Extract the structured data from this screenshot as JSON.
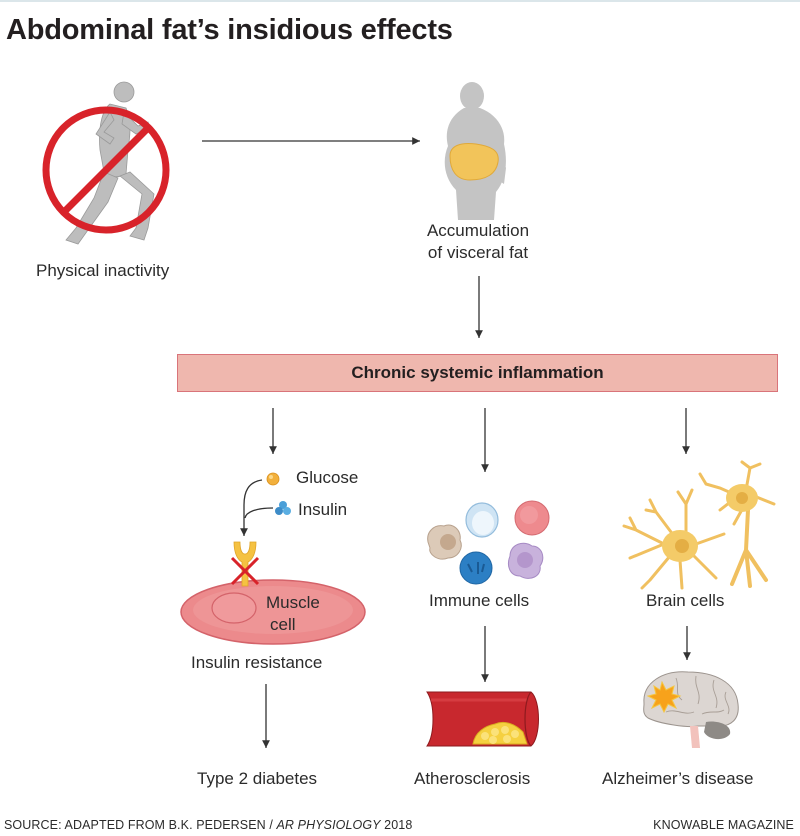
{
  "title": "Abdominal fat’s insidious effects",
  "nodes": {
    "physical_inactivity": "Physical inactivity",
    "visceral_fat_line1": "Accumulation",
    "visceral_fat_line2": "of visceral fat",
    "inflammation": "Chronic systemic inflammation",
    "glucose": "Glucose",
    "insulin": "Insulin",
    "muscle_cell_line1": "Muscle",
    "muscle_cell_line2": "cell",
    "insulin_resistance": "Insulin resistance",
    "immune_cells": "Immune cells",
    "brain_cells": "Brain cells",
    "type2_diabetes": "Type 2 diabetes",
    "atherosclerosis": "Atherosclerosis",
    "alzheimers": "Alzheimer’s disease"
  },
  "icons": {
    "runner": "runner-prohibited-icon",
    "obese_body": "obese-body-icon",
    "glucose": "glucose-molecule-icon",
    "insulin": "insulin-molecule-icon",
    "receptor": "insulin-receptor-blocked-icon",
    "immune": "immune-cells-icon",
    "neurons": "neurons-icon",
    "artery": "artery-plaque-icon",
    "brain": "brain-icon"
  },
  "colors": {
    "prohibit_red": "#d8232a",
    "banner_fill": "#efb7ae",
    "fat_yellow": "#f2c45a",
    "muscle_pink": "#ec8a8c"
  },
  "footer": {
    "source_prefix": "SOURCE: ADAPTED FROM B.K. PEDERSEN / ",
    "source_journal": "AR PHYSIOLOGY",
    "source_year": " 2018",
    "credit": "KNOWABLE MAGAZINE"
  }
}
